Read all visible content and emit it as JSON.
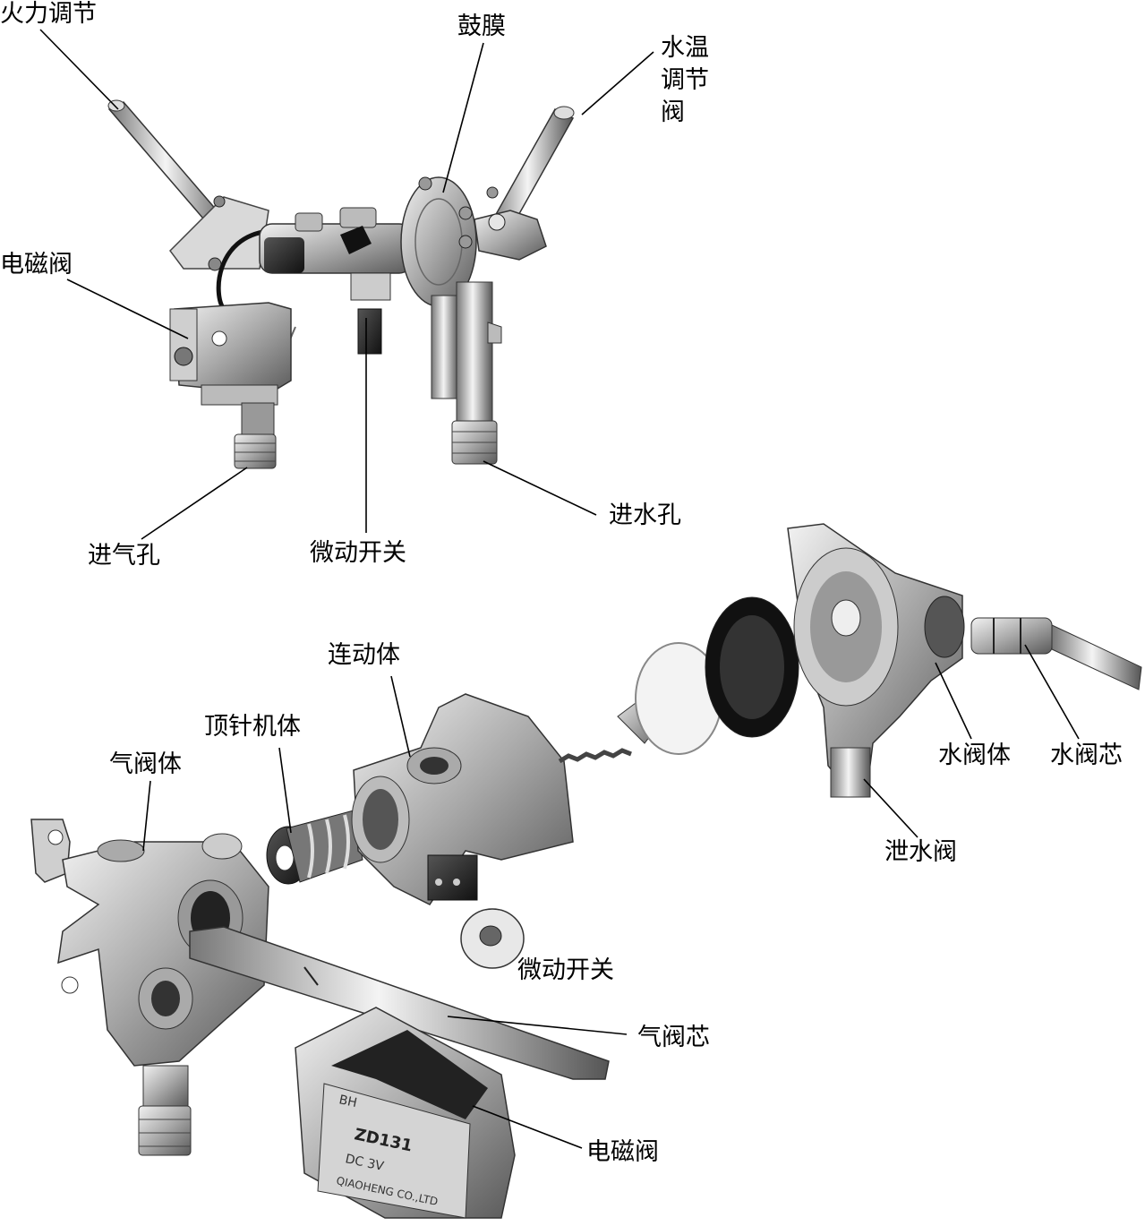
{
  "labels": {
    "fire_adjust": "火力调节",
    "diaphragm": "鼓膜",
    "water_temp_1": "水温",
    "water_temp_2": "调节",
    "water_temp_3": "阀",
    "solenoid_top": "电磁阀",
    "gas_inlet": "进气孔",
    "micro_switch_top": "微动开关",
    "water_inlet": "进水孔",
    "linkage_body": "连动体",
    "ejector_body": "顶针机体",
    "gas_valve_body": "气阀体",
    "water_valve_body": "水阀体",
    "water_valve_core": "水阀芯",
    "drain_valve": "泄水阀",
    "micro_switch_bottom": "微动开关",
    "gas_valve_core": "气阀芯",
    "solenoid_bottom": "电磁阀"
  },
  "coil_marking": {
    "brand": "BH",
    "model": "ZD131",
    "rating": "DC 3V",
    "maker": "QIAOHENG CO.,LTD"
  }
}
